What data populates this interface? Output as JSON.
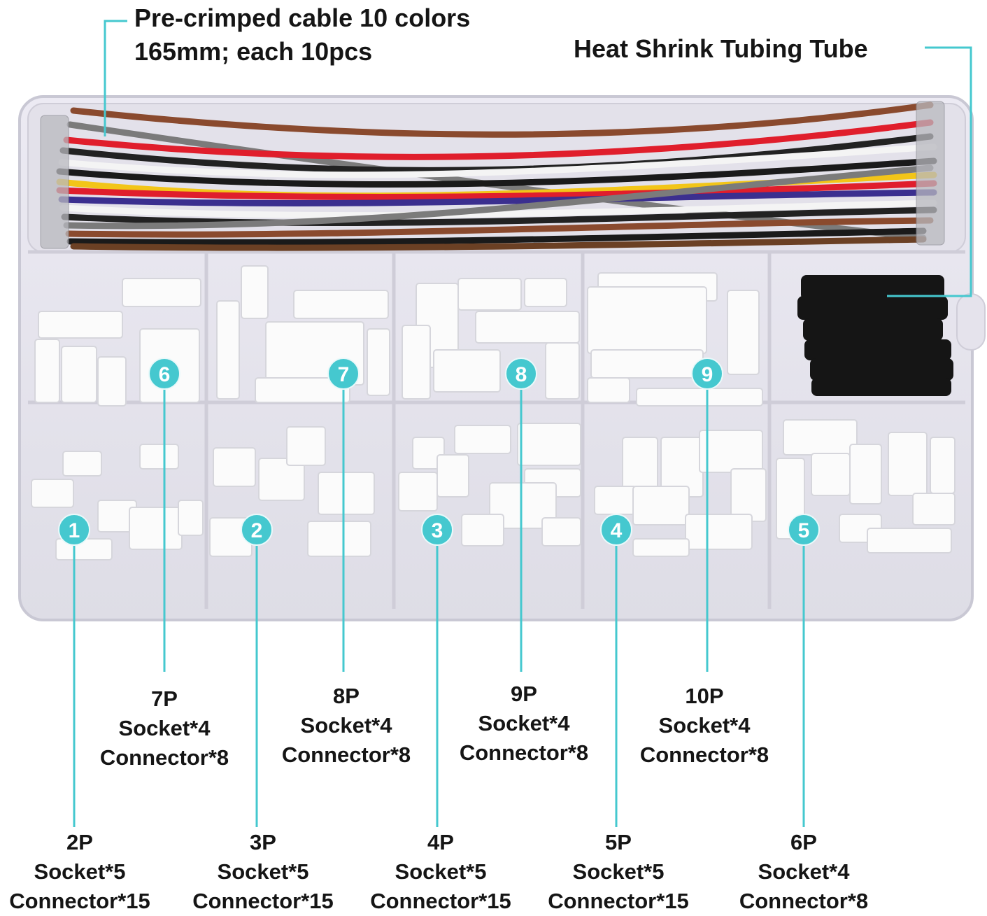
{
  "image": {
    "cable_note": [
      "Pre-crimped cable 10 colors",
      "165mm; each 10pcs"
    ],
    "tube_note": "Heat Shrink Tubing Tube",
    "compartments": [
      {
        "badge": "1",
        "pins": "2P",
        "socket": "Socket*5",
        "connector": "Connector*15"
      },
      {
        "badge": "2",
        "pins": "3P",
        "socket": "Socket*5",
        "connector": "Connector*15"
      },
      {
        "badge": "3",
        "pins": "4P",
        "socket": "Socket*5",
        "connector": "Connector*15"
      },
      {
        "badge": "4",
        "pins": "5P",
        "socket": "Socket*5",
        "connector": "Connector*15"
      },
      {
        "badge": "5",
        "pins": "6P",
        "socket": "Socket*4",
        "connector": "Connector*8"
      },
      {
        "badge": "6",
        "pins": "7P",
        "socket": "Socket*4",
        "connector": "Connector*8"
      },
      {
        "badge": "7",
        "pins": "8P",
        "socket": "Socket*4",
        "connector": "Connector*8"
      },
      {
        "badge": "8",
        "pins": "9P",
        "socket": "Socket*4",
        "connector": "Connector*8"
      },
      {
        "badge": "9",
        "pins": "10P",
        "socket": "Socket*4",
        "connector": "Connector*8"
      }
    ],
    "colors": {
      "accent": "#45c8cf",
      "text": "#151515",
      "wires": [
        "#e01e2c",
        "#8a4a2e",
        "#222222",
        "#7b7b7b",
        "#f4f4f4",
        "#f2c518",
        "#3b2f8f",
        "#1a1a1a",
        "#e6e6e6",
        "#6b4024"
      ]
    }
  }
}
